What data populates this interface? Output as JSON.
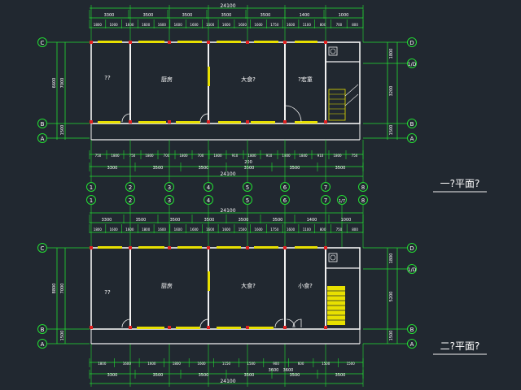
{
  "colors": {
    "background": "#212830",
    "dimension": "#22dd33",
    "axis": "#22dd33",
    "wall": "#f2f2f2",
    "window": "#e8e000",
    "column": "#e02020",
    "text": "#ffffff"
  },
  "plan1": {
    "title": "一?平面?",
    "top_overall": "24100",
    "top_bays": [
      "3300",
      "3500",
      "3500",
      "3500",
      "3500",
      "1400",
      "1000"
    ],
    "top_detail": [
      "1800",
      "1000",
      "1600",
      "1600",
      "1600",
      "1600",
      "1600",
      "1600",
      "1600",
      "1600",
      "1600",
      "1750",
      "1600",
      "1100",
      "800",
      "700",
      "800"
    ],
    "rooms": [
      "??",
      "厨房",
      "大食?",
      "?宏童"
    ],
    "left_dims": [
      "7000",
      "6600",
      "1500"
    ],
    "right_dims": [
      "1800",
      "3200",
      "1500"
    ],
    "bottom_detail": [
      "750",
      "1800",
      "750",
      "1800",
      "700",
      "1800",
      "700",
      "1800",
      "910",
      "1800",
      "910",
      "1800",
      "1840",
      "910",
      "1800",
      "750"
    ],
    "bottom_mid": "200",
    "bottom_bays": [
      "3300",
      "3500",
      "3500",
      "3500",
      "3500",
      "3500"
    ],
    "bottom_overall": "24100",
    "axis_labels_bottom": [
      "1",
      "2",
      "3",
      "4",
      "5",
      "6",
      "7",
      "8"
    ]
  },
  "plan2": {
    "title": "二?平面?",
    "axis_labels_top": [
      "1",
      "2",
      "3",
      "4",
      "5",
      "6",
      "7",
      "1/7",
      "8"
    ],
    "top_overall": "24100",
    "top_bays": [
      "3300",
      "3500",
      "3500",
      "3500",
      "3500",
      "3500",
      "1400",
      "1000"
    ],
    "top_detail": [
      "1800",
      "1600",
      "1600",
      "1800",
      "1600",
      "1600",
      "1600",
      "1600",
      "1600",
      "1500",
      "1600",
      "1750",
      "1600",
      "1100",
      "800",
      "750",
      "800"
    ],
    "rooms": [
      "??",
      "厨房",
      "大食?",
      "小食?"
    ],
    "left_dims": [
      "7000",
      "8800",
      "1500"
    ],
    "right_dims": [
      "1800",
      "5200",
      "1500"
    ],
    "bottom_detail": [
      "1800",
      "1600",
      "1600",
      "1800",
      "1600",
      "1150",
      "1500",
      "900",
      "600",
      "1500",
      "1500"
    ],
    "bottom_mid": [
      "3600",
      "3600"
    ],
    "bottom_bays": [
      "3300",
      "3500",
      "3500",
      "3500",
      "3500",
      "3500"
    ],
    "bottom_overall": "24100"
  },
  "row_axes": [
    "C",
    "B",
    "A"
  ],
  "row_axes_right": [
    "D",
    "1/D",
    "B",
    "A"
  ]
}
